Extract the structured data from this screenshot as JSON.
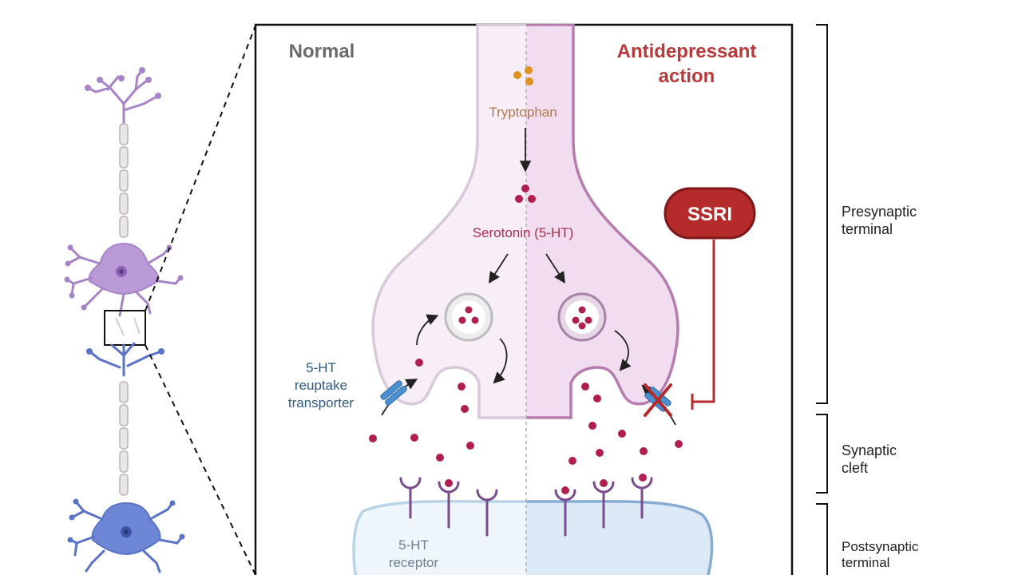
{
  "panel": {
    "normal_title": "Normal",
    "antidep_title_line1": "Antidepressant",
    "antidep_title_line2": "action"
  },
  "labels": {
    "tryptophan": "Tryptophan",
    "serotonin": "Serotonin (5-HT)",
    "ssri": "SSRI",
    "transporter_line1": "5-HT",
    "transporter_line2": "reuptake",
    "transporter_line3": "transporter",
    "receptor_line1": "5-HT",
    "receptor_line2": "receptor"
  },
  "regions": {
    "presynaptic_line1": "Presynaptic",
    "presynaptic_line2": "terminal",
    "cleft_line1": "Synaptic",
    "cleft_line2": "cleft",
    "postsynaptic_line1": "Postsynaptic",
    "postsynaptic_line2": "terminal"
  },
  "colors": {
    "normal_title": "#6b6b6b",
    "antidep_title": "#b83a3a",
    "serotonin": "#b01f4e",
    "tryptophan": "#e0921f",
    "transporter": "#4a8fd0",
    "receptor": "#7a4b8e",
    "ssri_fill": "#b52a2a",
    "neuron_upper": "#a784c8",
    "neuron_lower": "#5a73c8"
  }
}
